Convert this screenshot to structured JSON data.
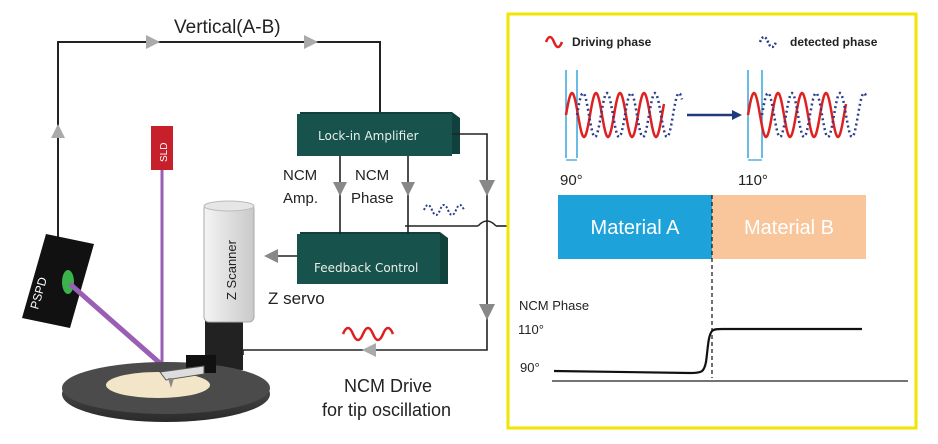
{
  "colors": {
    "panel_border": "#f2e600",
    "box_fill": "#17524d",
    "material_a": "#1ea2da",
    "material_b": "#f8c69a",
    "driving_wave": "#e02020",
    "detected_wave": "#2c3e8a",
    "connector": "#1f3a7a",
    "phase_mark": "#2aa0d8",
    "sld": "#c8202a",
    "beam": "#9a5fb4"
  },
  "labels": {
    "vertical": "Vertical(A-B)",
    "lockin": "Lock-in Amplifier",
    "feedback": "Feedback Control",
    "ncm_amp_1": "NCM",
    "ncm_amp_2": "Amp.",
    "ncm_phase_1": "NCM",
    "ncm_phase_2": "Phase",
    "zscanner": "Z Scanner",
    "zservo": "Z servo",
    "sld": "SLD",
    "pspd": "PSPD",
    "ncm_drive_1": "NCM Drive",
    "ncm_drive_2": "for tip oscillation"
  },
  "panel": {
    "legend_driving": "Driving phase",
    "legend_detected": "detected phase",
    "angle_a": "90°",
    "angle_b": "110°",
    "material_a": "Material A",
    "material_b": "Material B",
    "plot_title": "NCM Phase",
    "tick_high": "110°",
    "tick_low": "90°"
  }
}
